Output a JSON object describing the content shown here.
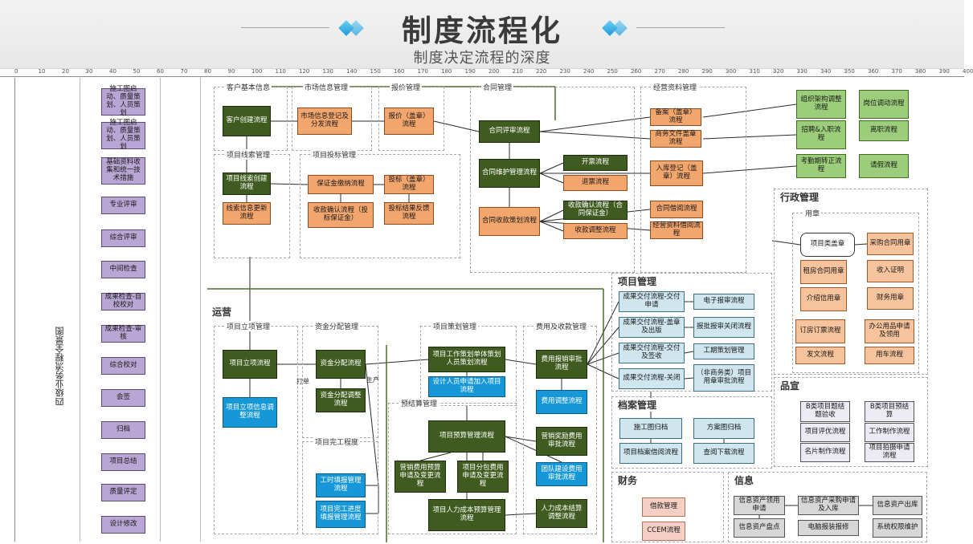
{
  "header": {
    "title": "制度流程化",
    "subtitle": "制度决定流程的深度"
  },
  "ruler": [
    "0",
    "10",
    "20",
    "30",
    "40",
    "50",
    "60",
    "70",
    "80",
    "90",
    "100",
    "110",
    "120",
    "130",
    "140",
    "150",
    "160",
    "170",
    "180",
    "190",
    "200",
    "210",
    "220",
    "230",
    "240",
    "250",
    "260",
    "270",
    "280",
    "290",
    "300",
    "310",
    "320",
    "330",
    "340",
    "350",
    "360",
    "370",
    "380",
    "390",
    "400"
  ],
  "diagram_title": "四级业务流程全景图",
  "left_column": [
    "施工图启动、质量策划、人员策划",
    "施工图启动、质量策划、人员策划",
    "基础资料收集和统一技术措施",
    "专业评审",
    "综合评审",
    "中间检查",
    "成果检查-自校校对",
    "成果检查-审核",
    "综合校对",
    "会签",
    "归档",
    "项目总结",
    "质量评定",
    "设计修改"
  ],
  "groups": {
    "customer_basic": "客户基本信息",
    "market_info": "市场信息管理",
    "quote": "报价管理",
    "contract": "合同管理",
    "business_data": "经营资料管理",
    "project_lead": "项目线索管理",
    "bid": "项目投标管理",
    "operation": "运营",
    "project_setup": "项目立项管理",
    "fund_alloc": "资金分配管理",
    "project_plan": "项目策划管理",
    "fee_collect": "费用及收款管理",
    "budget": "预结算管理",
    "completion": "项目完工程度",
    "project_mgmt": "项目管理",
    "archive": "档案管理",
    "finance": "财务",
    "admin": "行政管理",
    "seal": "用章",
    "quality": "品宣",
    "info": "信息"
  },
  "labels": {
    "daoshi": "打单",
    "shengchan": "生产"
  },
  "boxes": {
    "kehu": "客户创建流程",
    "shichang": "市场信息登记及分发流程",
    "baojia": "报价（盖章）流程",
    "hetongps": "合同评审流程",
    "beian": "备案（盖章）流程",
    "shangwu": "商务文件盖章流程",
    "xiangmuxs": "项目线索创建流程",
    "xiansxx": "线索信息更新流程",
    "baozhengjin": "保证金缴纳流程",
    "shoukuanqr": "收款确认流程（投标保证金）",
    "toubiao": "投标（盖章）流程",
    "toubiaojg": "投标结果反馈流程",
    "hetongwh": "合同维护管理流程",
    "kaipiao": "开票流程",
    "tuipiao": "退票流程",
    "rukudj": "入库登记（盖章）流程",
    "hetongshoukuan": "合同收款策划流程",
    "shoukuanqr2": "收款确认流程（合同保证金）",
    "shoukuantz": "收款调整流程",
    "hetongjieyue": "合同借阅流程",
    "jingyingzl": "经营资料借阅流程",
    "xiangmulx": "项目立项流程",
    "lxxinxi": "项目立项信息调整流程",
    "zijinfp": "资金分配流程",
    "zijintz": "资金分配调整流程",
    "gongzuocehua": "项目工作策划单体策划人员策划流程",
    "shejirenyuan": "设计人员申请加入项目流程",
    "feiyongbx": "费用报销审批流程",
    "feiyongtz": "费用调整流程",
    "yusuan": "项目预算管理流程",
    "yingxiaojl": "营销奖励费用审批流程",
    "yingxiaofy": "营销费用预算申请及变更流程",
    "fenbaofei": "项目分包费用申请及变更流程",
    "tuanjian": "团队建设费用审批流程",
    "gongshitb": "工时填报管理流程",
    "wangong": "项目完工进度填报管理流程",
    "rencbao": "项目人力成本预算管理流程",
    "rencjs": "人力成本结算调整流程",
    "cg1": "成果交付流程-交付申请",
    "cg2": "成果交付流程-盖章及出版",
    "cg3": "成果交付流程-交付及签收",
    "cg4": "成果交付流程-关闭",
    "dianzibs": "电子报审流程",
    "baibaosq": "报批报审关闭流程",
    "gongqi": "工期策划管理",
    "yongzhang": "（非商务类）项目用章审批流程",
    "shigongtu": "施工图归档",
    "fangan": "方案图归档",
    "dangan": "项目档案借阅流程",
    "chayue": "查阅下载流程",
    "zhiwu": "组织架构调整流程",
    "gangwei": "岗位调动流程",
    "zhaopin": "招聘&入职流程",
    "lizhi": "离职流程",
    "kaoqin": "考勤期转正流程",
    "qingjia": "请假流程",
    "xiangmugz": "项目类盖章",
    "caigou": "采购合同用章",
    "zulin": "租房合同用章",
    "shouru": "收入证明",
    "jieshao": "介绍信用章",
    "caiwu": "财务用章",
    "dingfang": "订房订票流程",
    "bangong": "办公用品申请及领用",
    "fawen": "发文流程",
    "yongche": "用车流程",
    "bqa": "B类项目题结题验收",
    "bqb": "B类项目预结算",
    "pj": "项目评优流程",
    "gz": "工作制作流程",
    "mp": "名片制作流程",
    "ps": "项目拍摄申请流程",
    "xinyong": "借款管理",
    "ccem": "CCEM流程",
    "zichan1": "信息资产领用申请",
    "zichan2": "信息资产采购申请及入库",
    "zichan3": "信息资产出库",
    "zichan4": "信息资产盘点",
    "diannao": "电脑报装报修",
    "xitong": "系统权限维护"
  }
}
